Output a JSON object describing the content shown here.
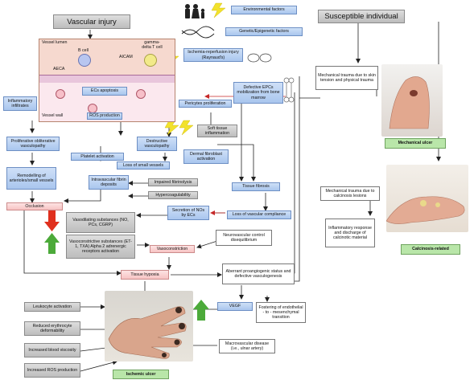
{
  "headers": {
    "vascular_injury": "Vascular injury",
    "susceptible_individual": "Susceptible individual"
  },
  "factors": {
    "environmental": "Environmental factors",
    "genetic": "Genetic/Epigenetic factors"
  },
  "vessel": {
    "lumen": "Vessel lumen",
    "wall": "Vessel  wall",
    "b_cell": "B cell",
    "aeca": "AECA",
    "aicam": "AICAM",
    "gd_t_cell": "gamma-delta T cell",
    "ecs_apoptosis": "ECs apoptosis",
    "ros_production": "ROS production"
  },
  "ischemia_reperfusion": "Ischemia-reperfusion injury (Raynaud's)",
  "inflammatory_infiltrates": "Inflammatory infiltrates",
  "pericytes_proliferation": "Pericytes proliferation",
  "defective_epcs": "Defective EPCs mobilization from bone marrow",
  "soft_tissue_inflammation": "Soft tissue inflammation",
  "proliferative_vasculopathy": "Proliferative obliterative vasculopathy",
  "destructive_vasculopathy": "Destructive vasculopathy",
  "remodelling": "Remodelling of arterioles/small vessels",
  "platelet_activation": "Platelet activation",
  "loss_small_vessels": "Loss of small vessels",
  "dermal_fibroblast": "Dermal fibroblast activation",
  "intravascular_fibrin": "Intravascular fibrin deposits",
  "impaired_fibrinolysis": "Impaired fibrinolysis",
  "hypercoagulability": "Hypercoagulability",
  "tissue_fibrosis": "Tissue fibrosis",
  "occlusion": "Occlusion",
  "vasodilating": "Vasodilating substances (NO, PCs, CGRP)",
  "secretion_nos": "Secretion of NOs by ECs",
  "loss_compliance": "Loss of vascular compliance",
  "vasoconstrictive": "Vasoconstrictive substances (ET-1, TXA) Alpha 2 adrenergic receptors activation",
  "neurovascular": "Neurovascular control disequilibrium",
  "vasoconstriction": "Vasoconstriction",
  "tissue_hypoxia": "Tissue hypoxia",
  "aberrant_proangiogenic": "Aberrant proangiogenic status and defective vasculogenesis",
  "vegf": "VEGF",
  "fostering_endothelial": "Fostering of endothelial - to - mesenchymal transition",
  "leukocyte_activation": "Leukocyte activation",
  "reduced_erythrocyte": "Reduced erythrocyte deformability",
  "increased_viscosity": "Increased blood viscosity",
  "increased_ros": "Increased ROS production",
  "macrovascular": "Macrovascular disease (i.e., ulnar artery)",
  "ischemic_ulcer": "Ischemic ulcer",
  "mechanical_trauma_skin": "Mechanical trauma due to skin tension and physical trauma",
  "mechanical_ulcer": "Mechanical ulcer",
  "mechanical_trauma_calcinosis": "Mechanical trauma due to calcinosis lesions",
  "inflammatory_response": "Inflammatory response and discharge of calcinotic material",
  "calcinosis_related": "Calcinosis-related",
  "colors": {
    "blue_box": "#b9d1f2",
    "gray_box": "#cfcfcf",
    "pink_box": "#f9d3d3",
    "green_label": "#b9e6a9",
    "vessel_bg": "#f6d9cf",
    "arrow_red": "#e0301e",
    "arrow_green": "#4caa3a",
    "bolt": "#f2e22c"
  }
}
